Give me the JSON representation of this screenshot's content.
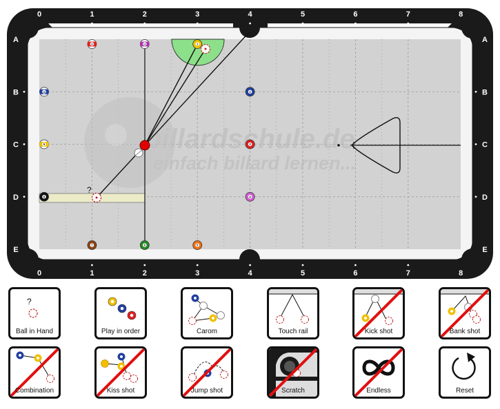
{
  "table": {
    "columns": [
      "0",
      "1",
      "2",
      "3",
      "4",
      "5",
      "6",
      "7",
      "8"
    ],
    "rows": [
      "A",
      "B",
      "C",
      "D",
      "E"
    ],
    "watermark_line1": "billardschule.de",
    "watermark_line2": "einfach billard lernen...",
    "question_mark": "?",
    "colors": {
      "felt": "#d2d2d2",
      "rail": "#ffffff",
      "frame": "#1a1a1a",
      "grid": "#9a9a9a",
      "zone": "#8de08a"
    }
  },
  "balls": [
    {
      "id": "ball-11-top",
      "number": "11",
      "col": 1,
      "row": 0,
      "color": "#e02020",
      "stripe": true
    },
    {
      "id": "ball-12-top",
      "number": "12",
      "col": 2,
      "row": 0,
      "color": "#b030b0",
      "stripe": true
    },
    {
      "id": "ball-1-top",
      "number": "1",
      "col": 3,
      "row": 0,
      "color": "#f0c000",
      "stripe": false
    },
    {
      "id": "ball-10-left",
      "number": "10",
      "col": 0.1,
      "row": 1,
      "color": "#203fa0",
      "stripe": true
    },
    {
      "id": "ball-2-mid",
      "number": "2",
      "col": 4,
      "row": 1,
      "color": "#203fa0",
      "stripe": false
    },
    {
      "id": "ball-9-left",
      "number": "9",
      "col": 0.1,
      "row": 2,
      "color": "#f0c000",
      "stripe": true
    },
    {
      "id": "ball-3-mid",
      "number": "3",
      "col": 4,
      "row": 2,
      "color": "#e02020",
      "stripe": false
    },
    {
      "id": "ball-8",
      "number": "8",
      "col": 0.1,
      "row": 3,
      "color": "#111111",
      "stripe": false
    },
    {
      "id": "ball-4-mid",
      "number": "4",
      "col": 4,
      "row": 3,
      "color": "#cf60cf",
      "stripe": false
    },
    {
      "id": "ball-7-bottom",
      "number": "7",
      "col": 1,
      "row": 4,
      "color": "#8b4513",
      "stripe": false
    },
    {
      "id": "ball-6-bottom",
      "number": "6",
      "col": 2,
      "row": 4,
      "color": "#228b22",
      "stripe": false
    },
    {
      "id": "ball-5-bottom",
      "number": "5",
      "col": 3,
      "row": 4,
      "color": "#f07010",
      "stripe": false
    }
  ],
  "buttons": [
    {
      "key": "ball_in_hand",
      "label": "Ball in Hand",
      "crossed": false
    },
    {
      "key": "play_in_order",
      "label": "Play in order",
      "crossed": false
    },
    {
      "key": "carom",
      "label": "Carom",
      "crossed": false
    },
    {
      "key": "touch_rail",
      "label": "Touch rail",
      "crossed": false
    },
    {
      "key": "kick_shot",
      "label": "Kick shot",
      "crossed": true
    },
    {
      "key": "bank_shot",
      "label": "Bank shot",
      "crossed": true
    },
    {
      "key": "combination",
      "label": "Combination",
      "crossed": true
    },
    {
      "key": "kiss_shot",
      "label": "Kiss shot",
      "crossed": true
    },
    {
      "key": "jump_shot",
      "label": "Jump shot",
      "crossed": true
    },
    {
      "key": "scratch",
      "label": "Scratch",
      "crossed": true
    },
    {
      "key": "endless",
      "label": "Endless",
      "crossed": true
    },
    {
      "key": "reset",
      "label": "Reset",
      "crossed": false
    }
  ]
}
